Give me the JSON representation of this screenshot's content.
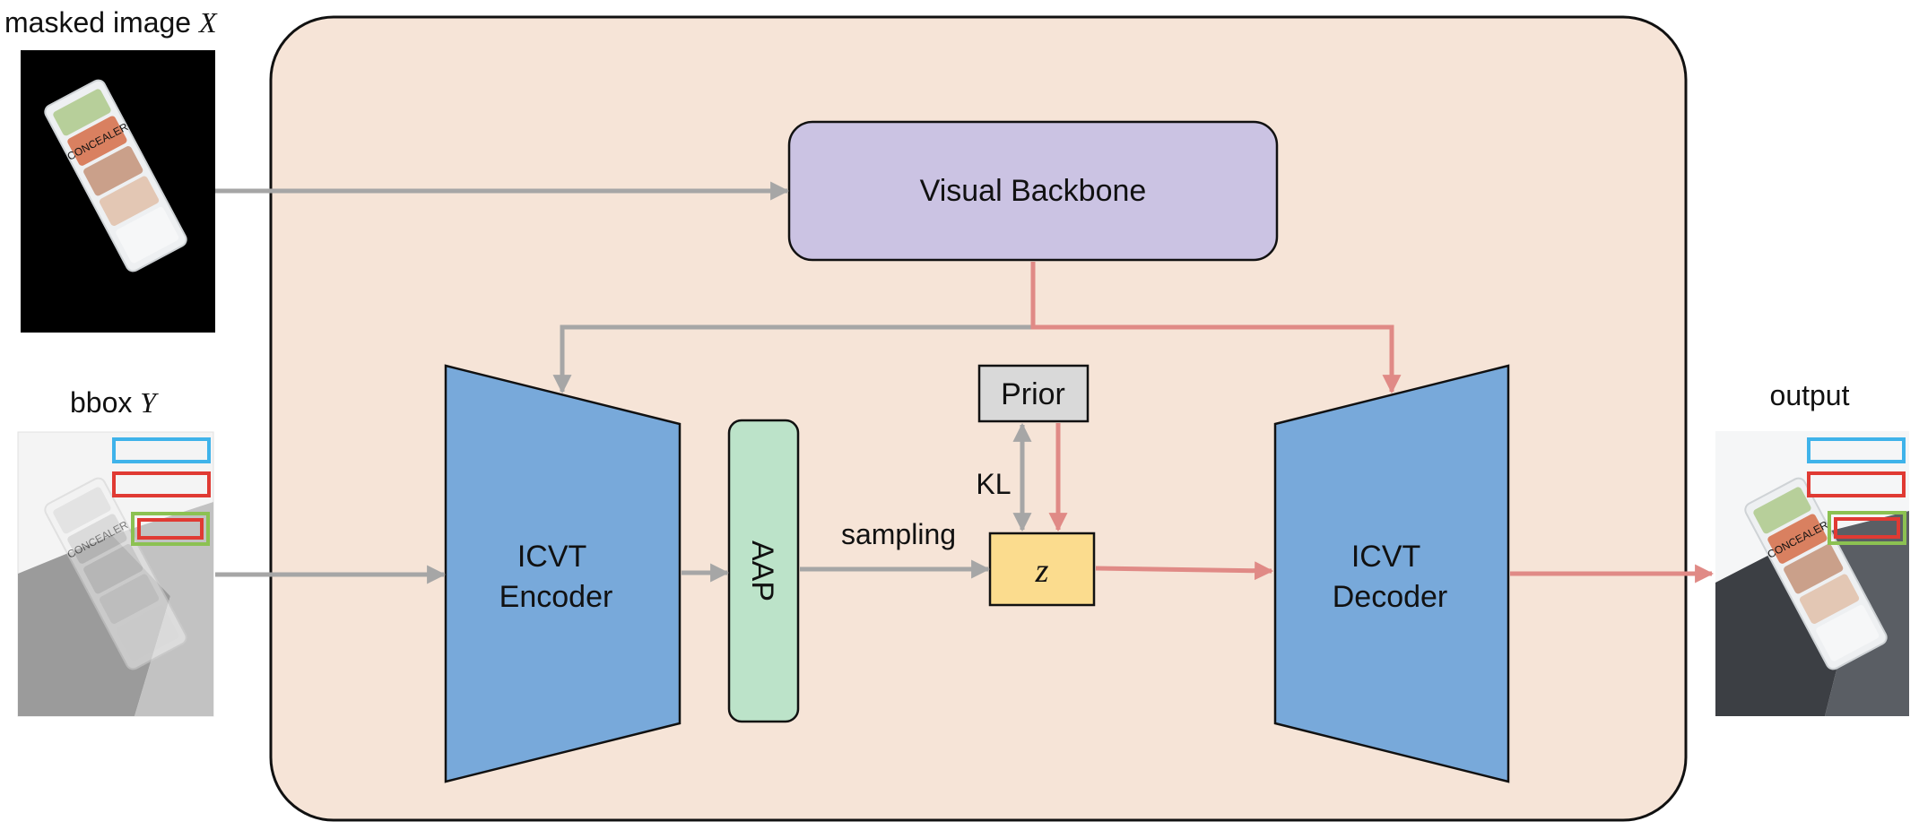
{
  "inputs": {
    "masked_image": {
      "label": "masked image ",
      "symbol": "X"
    },
    "bbox": {
      "label": "bbox ",
      "symbol": "Y"
    }
  },
  "output": {
    "label": "output"
  },
  "blocks": {
    "visual_backbone": "Visual Backbone",
    "encoder": [
      "ICVT",
      "Encoder"
    ],
    "aap": "AAP",
    "prior": "Prior",
    "latent": "z",
    "decoder": [
      "ICVT",
      "Decoder"
    ]
  },
  "edge_labels": {
    "kl": "KL",
    "sampling": "sampling"
  },
  "image_text": {
    "product_label": "CONCEALER"
  },
  "colors": {
    "container_fill": "#f6e4d7",
    "backbone_fill": "#cbc3e3",
    "encoder_decoder_fill": "#78a9da",
    "aap_fill": "#bce3c9",
    "prior_fill": "#d9d9d9",
    "latent_fill": "#fbdc8e",
    "grey_arrow": "#a6a6a6",
    "red_arrow": "#e08a86",
    "bbox_blue": "#3fb3ea",
    "bbox_red": "#e03a33",
    "bbox_green": "#8cc152"
  }
}
